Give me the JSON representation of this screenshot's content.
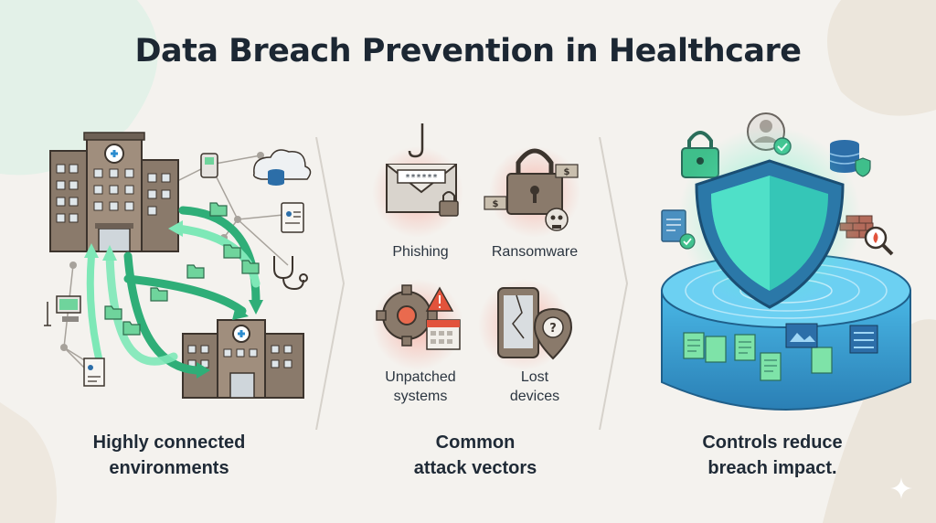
{
  "title": "Data Breach Prevention in Healthcare",
  "panels": {
    "connected": {
      "caption_line1": "Highly connected",
      "caption_line2": "environments"
    },
    "vectors": {
      "caption_line1": "Common",
      "caption_line2": "attack vectors",
      "items": [
        {
          "label": "Phishing",
          "icon": "envelope-hook-icon"
        },
        {
          "label": "Ransomware",
          "icon": "padlock-skull-icon"
        },
        {
          "label_line1": "Unpatched",
          "label_line2": "systems",
          "icon": "gear-warning-icon"
        },
        {
          "label_line1": "Lost",
          "label_line2": "devices",
          "icon": "cracked-phone-icon"
        }
      ]
    },
    "controls": {
      "caption_line1": "Controls reduce",
      "caption_line2": "breach impact."
    }
  },
  "phishing_password_mask": "******",
  "colors": {
    "background": "#f4f2ee",
    "building": "#8a7a6b",
    "teal_arrow": "#2fae78",
    "light_arrow": "#7ee8b7",
    "shield": "#35c6b7",
    "threat_glow": "#f6b3a8",
    "vault_water": "#3aa6d8"
  }
}
